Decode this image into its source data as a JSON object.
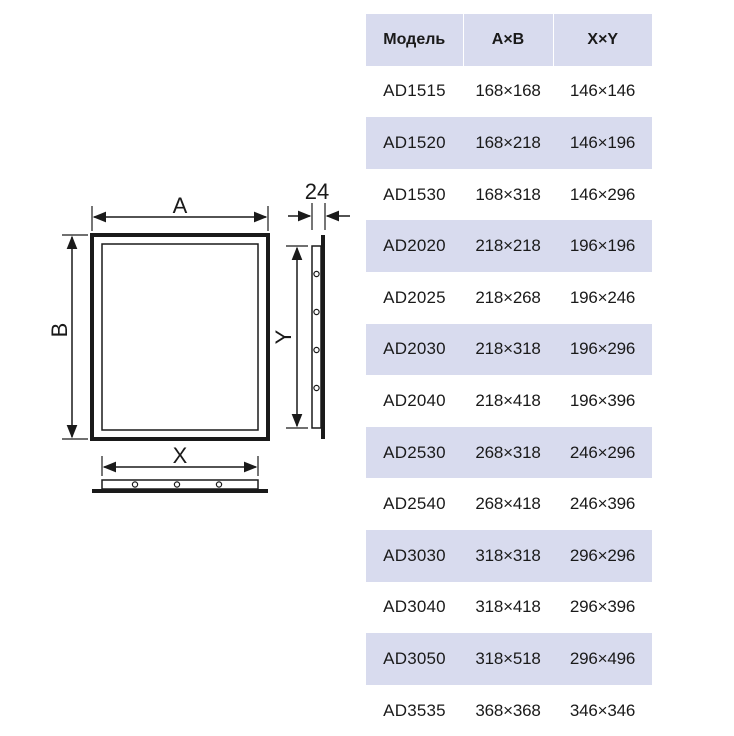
{
  "diagram": {
    "front_view": {
      "dim_width_label": "A",
      "dim_height_label": "B"
    },
    "side_view": {
      "dim_depth_label": "24",
      "dim_inner_height_label": "Y"
    },
    "bottom_view": {
      "dim_inner_width_label": "X"
    }
  },
  "table": {
    "headers": [
      "Модель",
      "A×B",
      "X×Y"
    ],
    "rows": [
      {
        "model": "AD1515",
        "ab": "168×168",
        "xy": "146×146"
      },
      {
        "model": "AD1520",
        "ab": "168×218",
        "xy": "146×196"
      },
      {
        "model": "AD1530",
        "ab": "168×318",
        "xy": "146×296"
      },
      {
        "model": "AD2020",
        "ab": "218×218",
        "xy": "196×196"
      },
      {
        "model": "AD2025",
        "ab": "218×268",
        "xy": "196×246"
      },
      {
        "model": "AD2030",
        "ab": "218×318",
        "xy": "196×296"
      },
      {
        "model": "AD2040",
        "ab": "218×418",
        "xy": "196×396"
      },
      {
        "model": "AD2530",
        "ab": "268×318",
        "xy": "246×296"
      },
      {
        "model": "AD2540",
        "ab": "268×418",
        "xy": "246×396"
      },
      {
        "model": "AD3030",
        "ab": "318×318",
        "xy": "296×296"
      },
      {
        "model": "AD3040",
        "ab": "318×418",
        "xy": "296×396"
      },
      {
        "model": "AD3050",
        "ab": "318×518",
        "xy": "296×496"
      },
      {
        "model": "AD3535",
        "ab": "368×368",
        "xy": "346×346"
      }
    ]
  },
  "colors": {
    "header_bg": "#d8dbee",
    "stripe_bg": "#d8dbee",
    "line": "#1a1a1a"
  }
}
